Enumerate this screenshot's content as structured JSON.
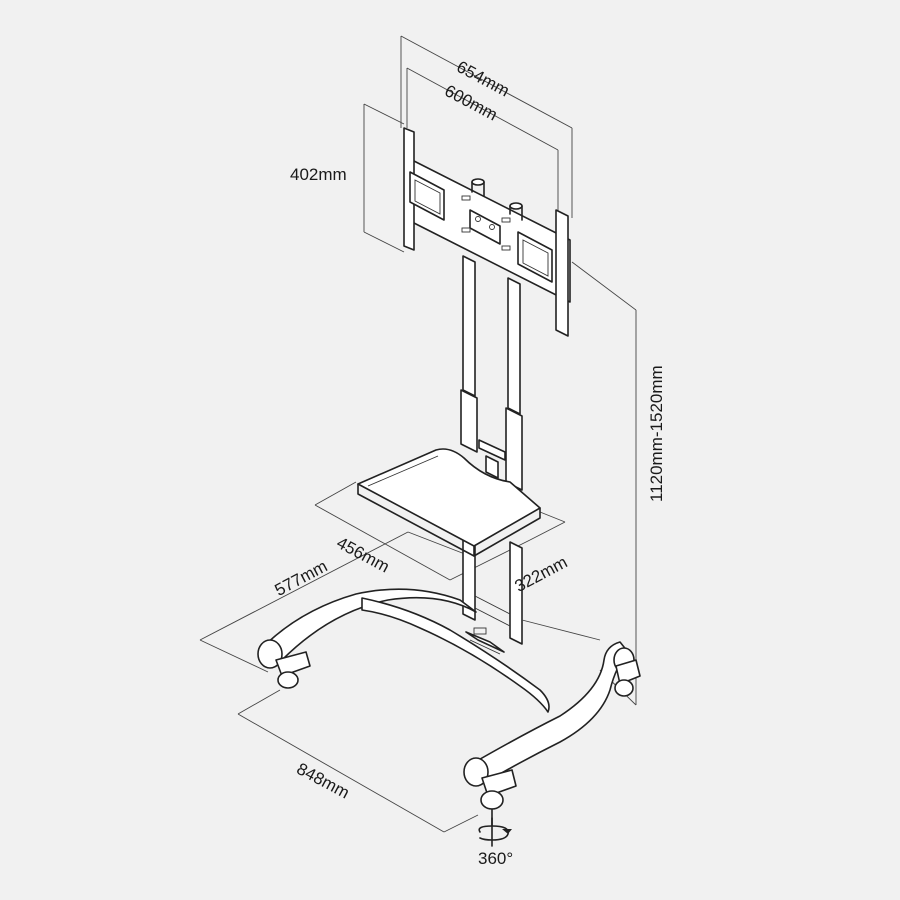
{
  "dimensions": {
    "mount_outer_width": "654mm",
    "mount_inner_width": "600mm",
    "mount_height": "402mm",
    "height_range": "1120mm-1520mm",
    "shelf_width": "456mm",
    "shelf_depth": "322mm",
    "base_depth": "577mm",
    "base_width": "848mm",
    "caster_rotation": "360°"
  },
  "colors": {
    "background": "#f1f1f1",
    "line": "#222222",
    "text": "#1a1a1a"
  },
  "icons": [
    "rotation-arrow-icon"
  ]
}
